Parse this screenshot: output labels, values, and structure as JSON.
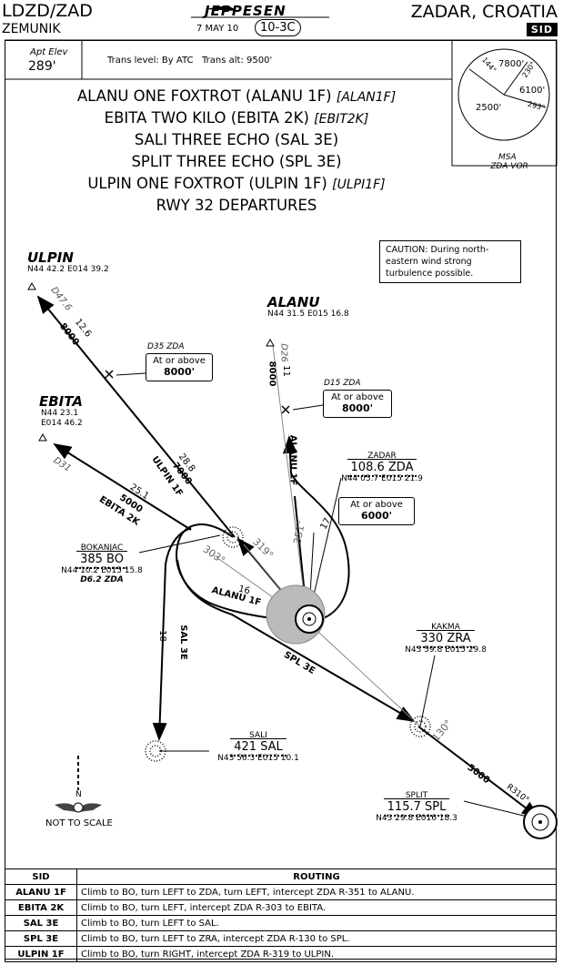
{
  "header": {
    "icao_iata": "LDZD/ZAD",
    "airport": "ZEMUNIK",
    "brand": "JEPPESEN",
    "date": "7 MAY 10",
    "chart_index": "10-3C",
    "city": "ZADAR, CROATIA",
    "chart_type": "SID"
  },
  "info": {
    "elev_label": "Apt Elev",
    "elev_value": "289'",
    "trans_level": "Trans level: By ATC",
    "trans_alt": "Trans alt: 9500'"
  },
  "msa": {
    "label1": "MSA",
    "label2": "ZDA VOR",
    "alt_ne": "7800'",
    "alt_e": "6100'",
    "alt_w": "2500'",
    "brg_144": "144°",
    "brg_230": "230°",
    "brg_293": "293°"
  },
  "titles": [
    {
      "text": "ALANU ONE FOXTROT (ALANU 1F)",
      "code": "[ALAN1F]"
    },
    {
      "text": "EBITA TWO KILO (EBITA 2K)",
      "code": "[EBIT2K]"
    },
    {
      "text": "SALI THREE ECHO (SAL 3E)",
      "code": ""
    },
    {
      "text": "SPLIT THREE ECHO (SPL 3E)",
      "code": ""
    },
    {
      "text": "ULPIN ONE FOXTROT (ULPIN 1F)",
      "code": "[ULPI1F]"
    },
    {
      "text": "RWY 32 DEPARTURES",
      "code": ""
    }
  ],
  "caution": "CAUTION: During north-eastern wind strong turbulence possible.",
  "fixes": {
    "ulpin": {
      "name": "ULPIN",
      "coord": "N44 42.2 E014 39.2"
    },
    "alanu": {
      "name": "ALANU",
      "coord": "N44 31.5 E015 16.8"
    },
    "ebita": {
      "name": "EBITA",
      "coord1": "N44 23.1",
      "coord2": "E014 46.2"
    }
  },
  "constraints": {
    "d35": {
      "fix": "D35 ZDA",
      "text": "At or above",
      "alt": "8000'"
    },
    "d15": {
      "fix": "D15 ZDA",
      "text": "At or above",
      "alt": "8000'"
    },
    "zadar": {
      "text": "At or above",
      "alt": "6000'"
    }
  },
  "navaids": {
    "zadar": {
      "name": "ZADAR",
      "freq": "108.6 ZDA",
      "coord": "N44 05.7 E015 21.9"
    },
    "bokanjac": {
      "name": "BOKANJAC",
      "freq": "385 BO",
      "coord": "N44 10.2 E015 15.8",
      "dist": "D6.2 ZDA"
    },
    "kakma": {
      "name": "KAKMA",
      "freq": "330 ZRA",
      "coord": "N43 59.8 E015 29.8"
    },
    "sali": {
      "name": "SALI",
      "freq": "421 SAL",
      "coord": "N43 56.3 E015 10.1"
    },
    "split": {
      "name": "SPLIT",
      "freq": "115.7 SPL",
      "coord": "N43 29.8 E016 18.3"
    }
  },
  "route_labels": {
    "ulpin_1f": "ULPIN 1F",
    "alanu_1f_a": "ALANU 1F",
    "alanu_1f_b": "ALANU 1F",
    "ebita_2k": "EBITA 2K",
    "sal_3e": "SAL 3E",
    "spl_3e": "SPL 3E",
    "d47_6": "D47.6",
    "n12_6": "12.6",
    "a8000_ul": "8000",
    "n28_8": "28.8",
    "a7000": "7000",
    "d26": "D26",
    "n11": "11",
    "a8000_al": "8000",
    "n17": "17",
    "r351": "351°",
    "r319": "319°",
    "r303": "303°",
    "d31": "D31",
    "n25_1": "25.1",
    "a5000_eb": "5000",
    "n16": "16",
    "n18": "18",
    "r130": "130°",
    "a5000_sp": "5000",
    "r310": "R310°"
  },
  "north_label": "NOT TO SCALE",
  "north_letter": "N",
  "table": {
    "headers": [
      "SID",
      "ROUTING"
    ],
    "rows": [
      {
        "sid": "ALANU 1F",
        "routing": "Climb to BO, turn LEFT to ZDA, turn LEFT, intercept ZDA R-351 to ALANU."
      },
      {
        "sid": "EBITA 2K",
        "routing": "Climb to BO, turn LEFT, intercept ZDA R-303 to EBITA."
      },
      {
        "sid": "SAL 3E",
        "routing": "Climb to BO, turn LEFT to SAL."
      },
      {
        "sid": "SPL 3E",
        "routing": "Climb to BO, turn LEFT to ZRA, intercept ZDA R-130 to SPL."
      },
      {
        "sid": "ULPIN 1F",
        "routing": "Climb to BO, turn RIGHT, intercept ZDA R-319 to ULPIN."
      }
    ]
  }
}
